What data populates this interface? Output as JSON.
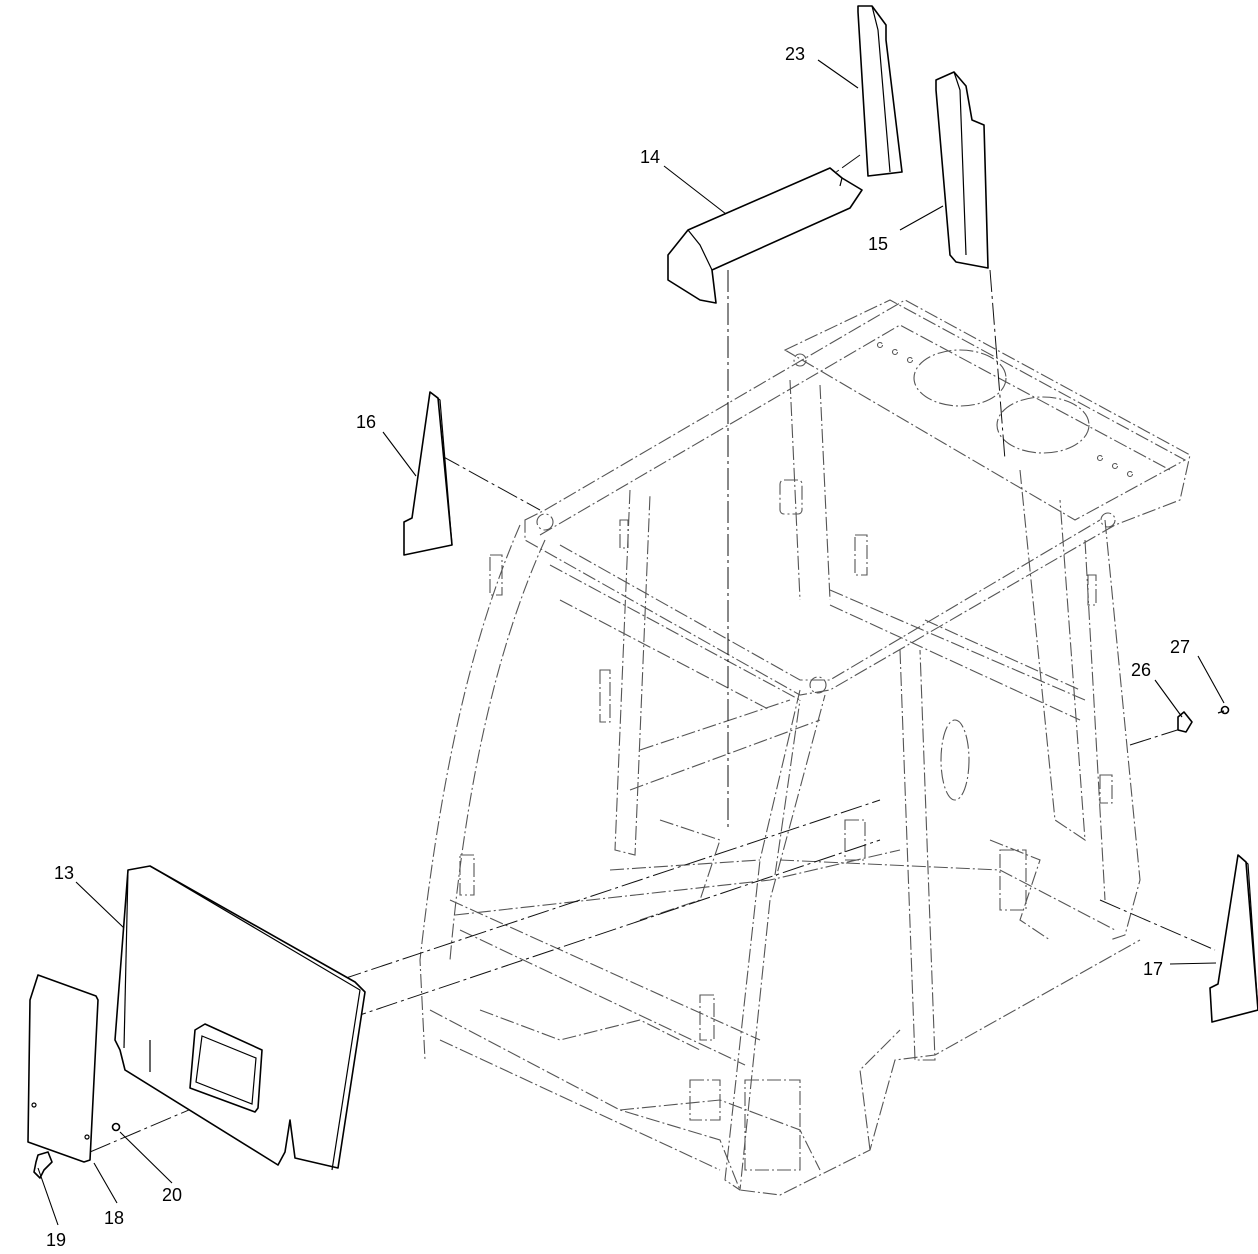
{
  "diagram": {
    "callouts": [
      {
        "id": "13",
        "label": "13"
      },
      {
        "id": "14",
        "label": "14"
      },
      {
        "id": "15",
        "label": "15"
      },
      {
        "id": "16",
        "label": "16"
      },
      {
        "id": "17",
        "label": "17"
      },
      {
        "id": "18",
        "label": "18"
      },
      {
        "id": "19",
        "label": "19"
      },
      {
        "id": "20",
        "label": "20"
      },
      {
        "id": "23",
        "label": "23"
      },
      {
        "id": "26",
        "label": "26"
      },
      {
        "id": "27",
        "label": "27"
      }
    ]
  }
}
